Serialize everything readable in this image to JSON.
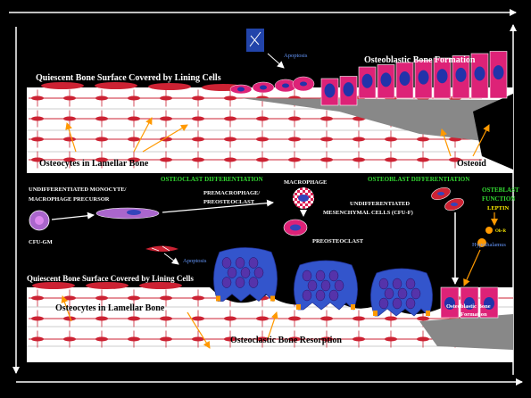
{
  "labels": {
    "apoptosis_top": "Apoptosis",
    "osteoblastic_formation_top": "Osteoblastic Bone Formation",
    "quiescent_top": "Quiescent Bone Surface Covered by Lining Cells",
    "osteocytes_top": "Osteocytes in Lamellar Bone",
    "osteoid": "Osteoid",
    "osteoclast_differentiation": "OSTEOCLAST DIFFERENTIATION",
    "osteoblast_differentiation": "OSTEOBLAST DIFFERENTIATION",
    "undiff_monocyte_1": "UNDIFFERENTIATED MONOCYTE/",
    "undiff_monocyte_2": "MACROPHAGE PRECURSOR",
    "macrophage": "MACROPHAGE",
    "premacrophage_1": "PREMACROPHAGE/",
    "premacrophage_2": "PREOSTEOCLAST",
    "undiff_mesenchymal_1": "UNDIFFERENTIATED",
    "undiff_mesenchymal_2": "MESENCHYMAL CELLS (CFU-F)",
    "osteoblast_function_1": "OSTEBLAST",
    "osteoblast_function_2": "FUNCTION",
    "leptin": "LEPTIN",
    "ob_r": "Ob-R",
    "hypothalamus": "Hypothalamus",
    "cfu_gm": "CFU-GM",
    "preosteoclast": "PREOSTEOCLAST",
    "apoptosis_bottom": "Apoptosis",
    "quiescent_bottom": "Quiescent Bone Surface Covered by Lining Cells",
    "osteocytes_bottom": "Osteocytes in Lamellar Bone",
    "osteoclastic_resorption": "Osteoclastic Bone Resorption",
    "osteoblastic_formation_bottom_1": "Osteoblastic Bone",
    "osteoblastic_formation_bottom_2": "Formation"
  },
  "colors": {
    "background": "#000000",
    "bone": "#ffffff",
    "osteocyte": "#cc2233",
    "osteoblast": "#dd2277",
    "osteoblast_nucleus": "#2233aa",
    "osteoclast": "#3355cc",
    "osteoclast_nucleus": "#5533aa",
    "osteoid": "#888888",
    "arrow_orange": "#ff9900",
    "green_text": "#33dd33",
    "yellow_text": "#ffee00",
    "blue_text": "#6699ff"
  }
}
